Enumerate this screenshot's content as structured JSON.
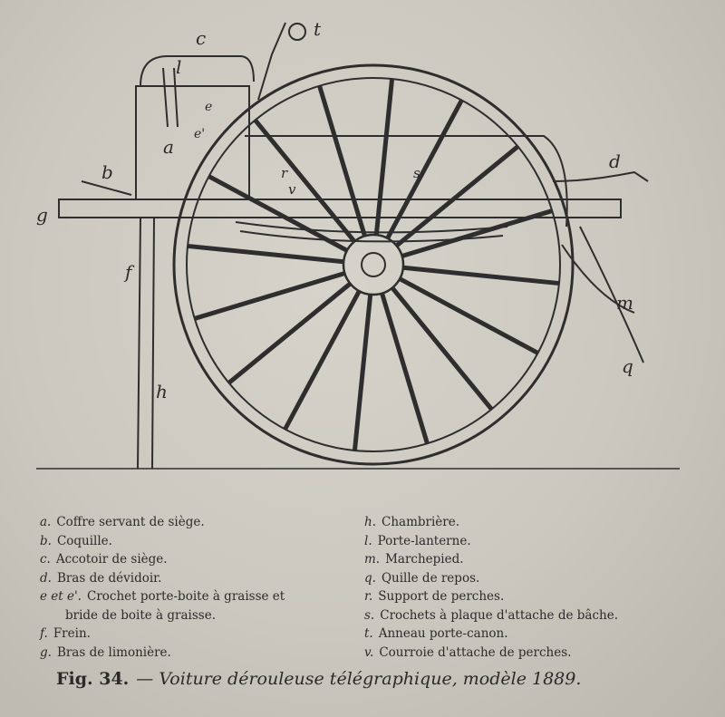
{
  "figure": {
    "labels": {
      "a": "a",
      "b": "b",
      "c": "c",
      "d": "d",
      "e": "e",
      "e2": "e'",
      "f": "f",
      "g": "g",
      "h": "h",
      "l": "l",
      "m": "m",
      "q": "q",
      "r": "r",
      "s": "s",
      "t": "t",
      "v": "v"
    }
  },
  "legend": {
    "left": [
      {
        "key": "a.",
        "text": "Coffre servant de siège."
      },
      {
        "key": "b.",
        "text": "Coquille."
      },
      {
        "key": "c.",
        "text": "Accotoir de siège."
      },
      {
        "key": "d.",
        "text": "Bras de dévidoir."
      },
      {
        "key": "e et e'.",
        "text": "Crochet porte-boite à graisse et",
        "cont": "bride de boite à graisse."
      },
      {
        "key": "f.",
        "text": "Frein."
      },
      {
        "key": "g.",
        "text": "Bras de limonière."
      }
    ],
    "right": [
      {
        "key": "h.",
        "text": "Chambrière."
      },
      {
        "key": "l.",
        "text": "Porte-lanterne."
      },
      {
        "key": "m.",
        "text": "Marchepied."
      },
      {
        "key": "q.",
        "text": "Quille de repos."
      },
      {
        "key": "r.",
        "text": "Support de perches."
      },
      {
        "key": "s.",
        "text": "Crochets à plaque d'attache de bâche."
      },
      {
        "key": "t.",
        "text": "Anneau porte-canon."
      },
      {
        "key": "v.",
        "text": "Courroie d'attache de perches."
      }
    ]
  },
  "caption": {
    "fig": "Fig. 34.",
    "text": "— Voiture dérouleuse télégraphique, modèle 1889."
  }
}
